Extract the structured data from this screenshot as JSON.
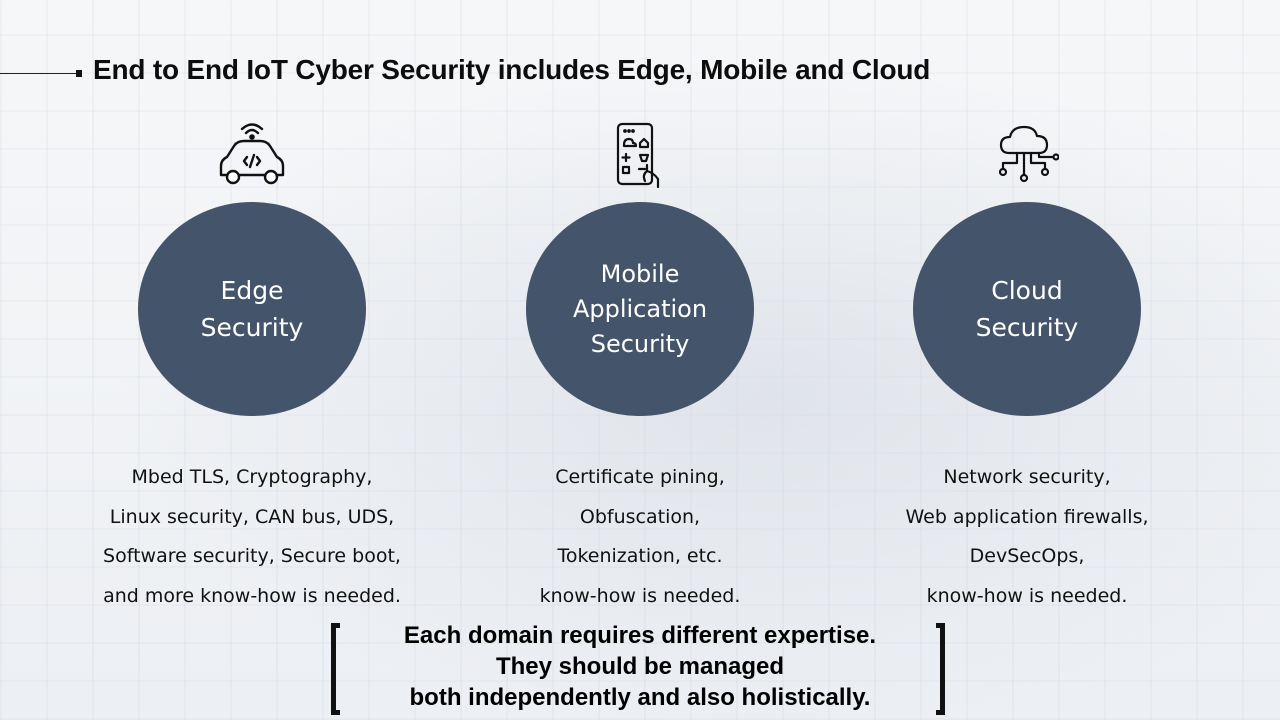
{
  "title": "End to End IoT Cyber Security includes Edge, Mobile and Cloud",
  "columns": [
    {
      "icon": "connected-car-icon",
      "circle_lines": [
        "Edge",
        "Security"
      ],
      "description": [
        "Mbed TLS, Cryptography,",
        "Linux security, CAN bus, UDS,",
        "Software security, Secure boot,",
        "and more know-how is needed."
      ]
    },
    {
      "icon": "smartphone-app-icon",
      "circle_lines": [
        "Mobile",
        "Application",
        "Security"
      ],
      "description": [
        "Certificate pining,",
        "Obfuscation,",
        "Tokenization, etc.",
        "know-how is needed."
      ]
    },
    {
      "icon": "cloud-network-icon",
      "circle_lines": [
        "Cloud",
        "Security"
      ],
      "description": [
        "Network security,",
        "Web application firewalls,",
        "DevSecOps,",
        "know-how is needed."
      ]
    }
  ],
  "summary": [
    "Each domain requires different expertise.",
    "They should be managed",
    "both independently and also holistically."
  ],
  "colors": {
    "circle": "#44546a",
    "text": "#111111",
    "background": "#f3f5f8"
  }
}
